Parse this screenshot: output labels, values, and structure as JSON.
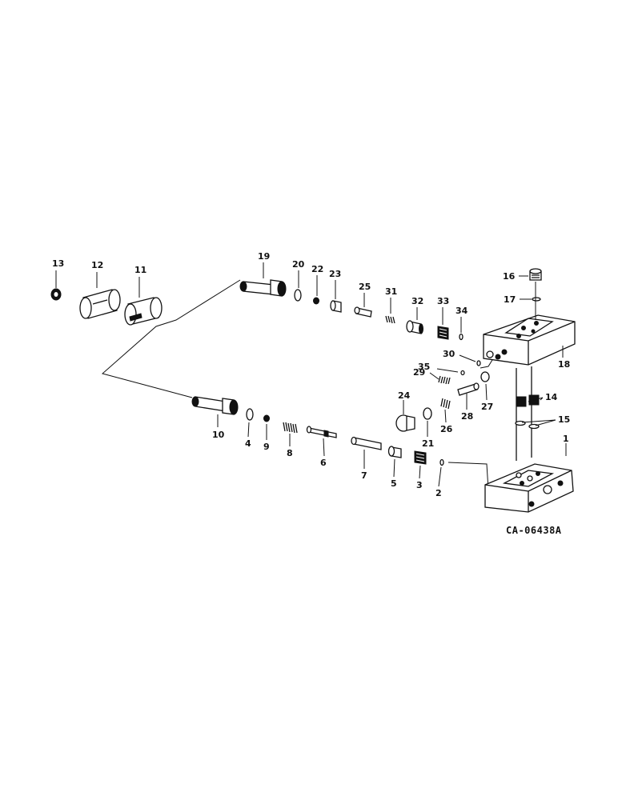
{
  "diagram": {
    "drawing_code": "CA-06438A",
    "parts": [
      {
        "id": "p1",
        "label": "1"
      },
      {
        "id": "p2",
        "label": "2"
      },
      {
        "id": "p3",
        "label": "3"
      },
      {
        "id": "p4",
        "label": "4"
      },
      {
        "id": "p5",
        "label": "5"
      },
      {
        "id": "p6",
        "label": "6"
      },
      {
        "id": "p7",
        "label": "7"
      },
      {
        "id": "p8",
        "label": "8"
      },
      {
        "id": "p9",
        "label": "9"
      },
      {
        "id": "p10",
        "label": "10"
      },
      {
        "id": "p11",
        "label": "11"
      },
      {
        "id": "p12",
        "label": "12"
      },
      {
        "id": "p13",
        "label": "13"
      },
      {
        "id": "p14",
        "label": "14"
      },
      {
        "id": "p15",
        "label": "15"
      },
      {
        "id": "p16",
        "label": "16"
      },
      {
        "id": "p17",
        "label": "17"
      },
      {
        "id": "p18",
        "label": "18"
      },
      {
        "id": "p19",
        "label": "19"
      },
      {
        "id": "p20",
        "label": "20"
      },
      {
        "id": "p21",
        "label": "21"
      },
      {
        "id": "p22",
        "label": "22"
      },
      {
        "id": "p23",
        "label": "23"
      },
      {
        "id": "p24",
        "label": "24"
      },
      {
        "id": "p25",
        "label": "25"
      },
      {
        "id": "p26",
        "label": "26"
      },
      {
        "id": "p27",
        "label": "27"
      },
      {
        "id": "p28",
        "label": "28"
      },
      {
        "id": "p29",
        "label": "29"
      },
      {
        "id": "p30",
        "label": "30"
      },
      {
        "id": "p31",
        "label": "31"
      },
      {
        "id": "p32",
        "label": "32"
      },
      {
        "id": "p33",
        "label": "33"
      },
      {
        "id": "p34",
        "label": "34"
      },
      {
        "id": "p35",
        "label": "35"
      }
    ]
  }
}
